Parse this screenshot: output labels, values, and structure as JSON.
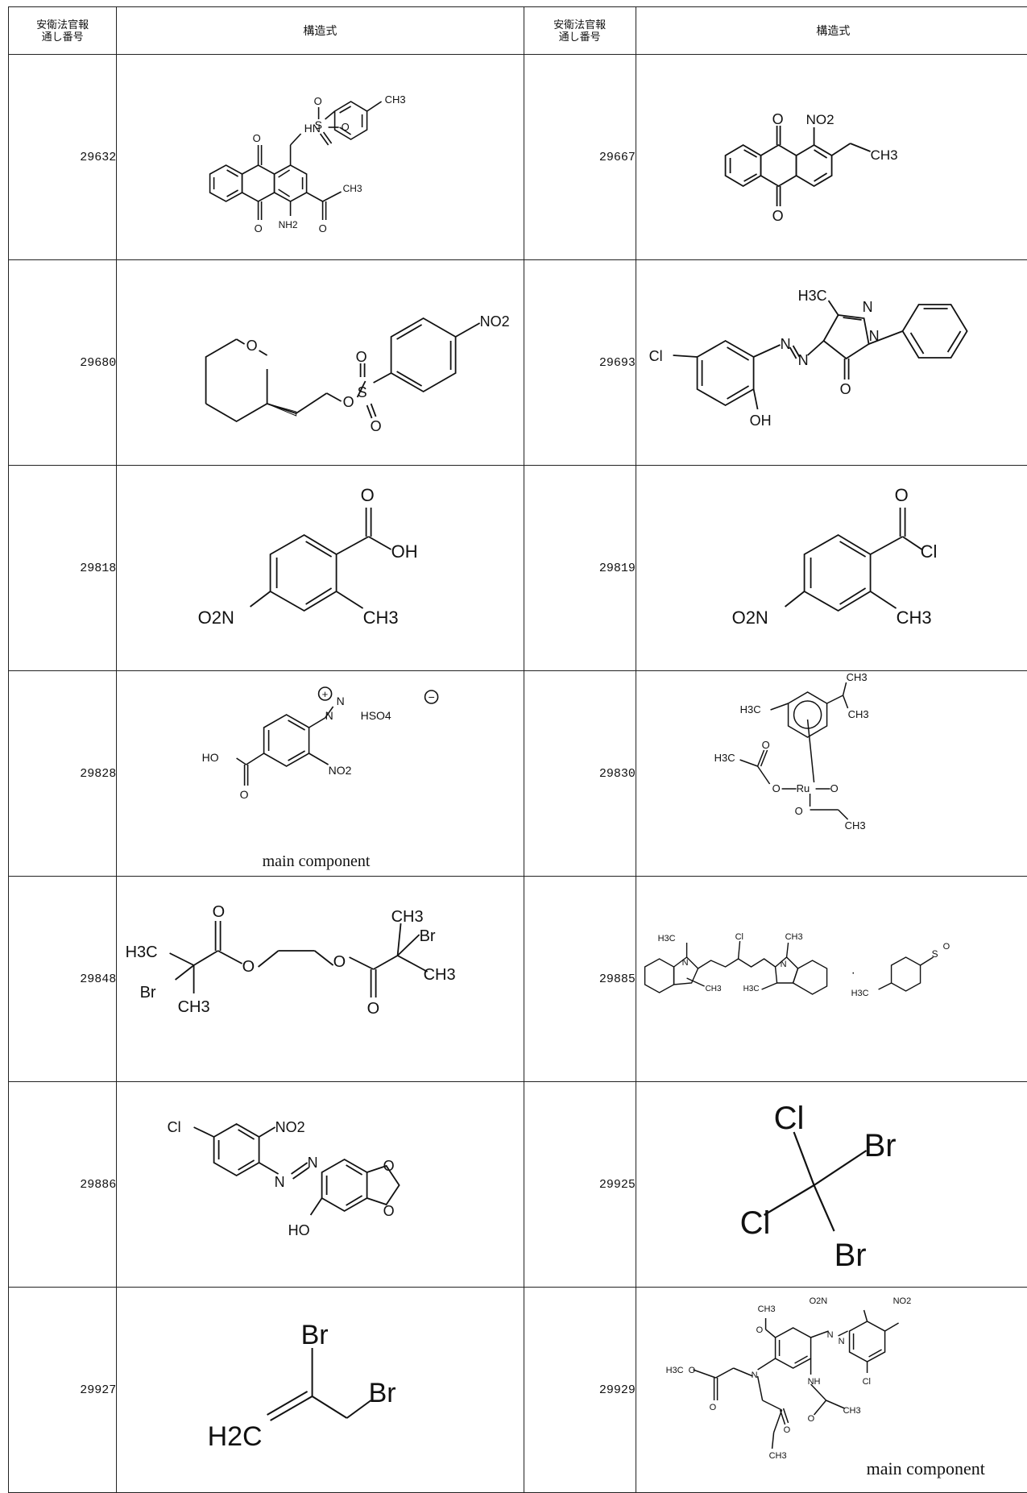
{
  "header": {
    "id_col": [
      "安衛法官報",
      "通し番号"
    ],
    "structure_col": "構造式"
  },
  "rows": [
    {
      "left": {
        "id": "29632"
      },
      "right": {
        "id": "29667"
      }
    },
    {
      "left": {
        "id": "29680"
      },
      "right": {
        "id": "29693"
      }
    },
    {
      "left": {
        "id": "29818"
      },
      "right": {
        "id": "29819"
      }
    },
    {
      "left": {
        "id": "29828",
        "note": "main component"
      },
      "right": {
        "id": "29830"
      }
    },
    {
      "left": {
        "id": "29848"
      },
      "right": {
        "id": "29885"
      }
    },
    {
      "left": {
        "id": "29886"
      },
      "right": {
        "id": "29925"
      }
    },
    {
      "left": {
        "id": "29927"
      },
      "right": {
        "id": "29929",
        "note": "main component"
      }
    }
  ],
  "labels": {
    "ch3": "CH3",
    "h3c": "H3C",
    "no2": "NO2",
    "o2n": "O2N",
    "o": "O",
    "s": "S",
    "hn": "HN",
    "nh2": "NH2",
    "nh": "NH",
    "n": "N",
    "oh": "OH",
    "ho": "HO",
    "cl": "Cl",
    "br": "Br",
    "h2c": "H2C",
    "hso4": "HSO4",
    "ru": "Ru",
    "plus": "+",
    "minus": "−"
  }
}
